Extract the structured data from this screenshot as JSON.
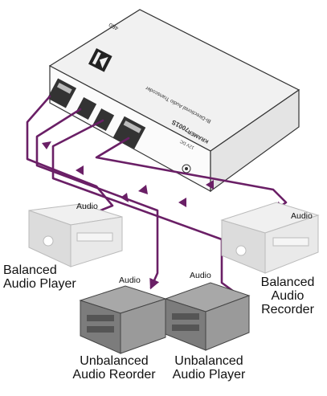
{
  "device": {
    "brand": "KRAMER",
    "model": "7001S",
    "description": "Bi-Directional Audio Transcoder",
    "power": "12V DC",
    "corner_code": "4B0"
  },
  "labels": {
    "audio": "Audio",
    "balanced_player": "Balanced\nAudio Player",
    "balanced_recorder": "Balanced\nAudio\nRecorder",
    "unbalanced_recorder": "Unbalanced\nAudio Reorder",
    "unbalanced_player": "Unbalanced\nAudio Player"
  },
  "colors": {
    "cable": "#6a1f66",
    "device_face": "#efefef",
    "device_dark": "#7a7a7a",
    "ghost_device": "#d6d6d6",
    "solid_device": "#8c8c8c"
  }
}
